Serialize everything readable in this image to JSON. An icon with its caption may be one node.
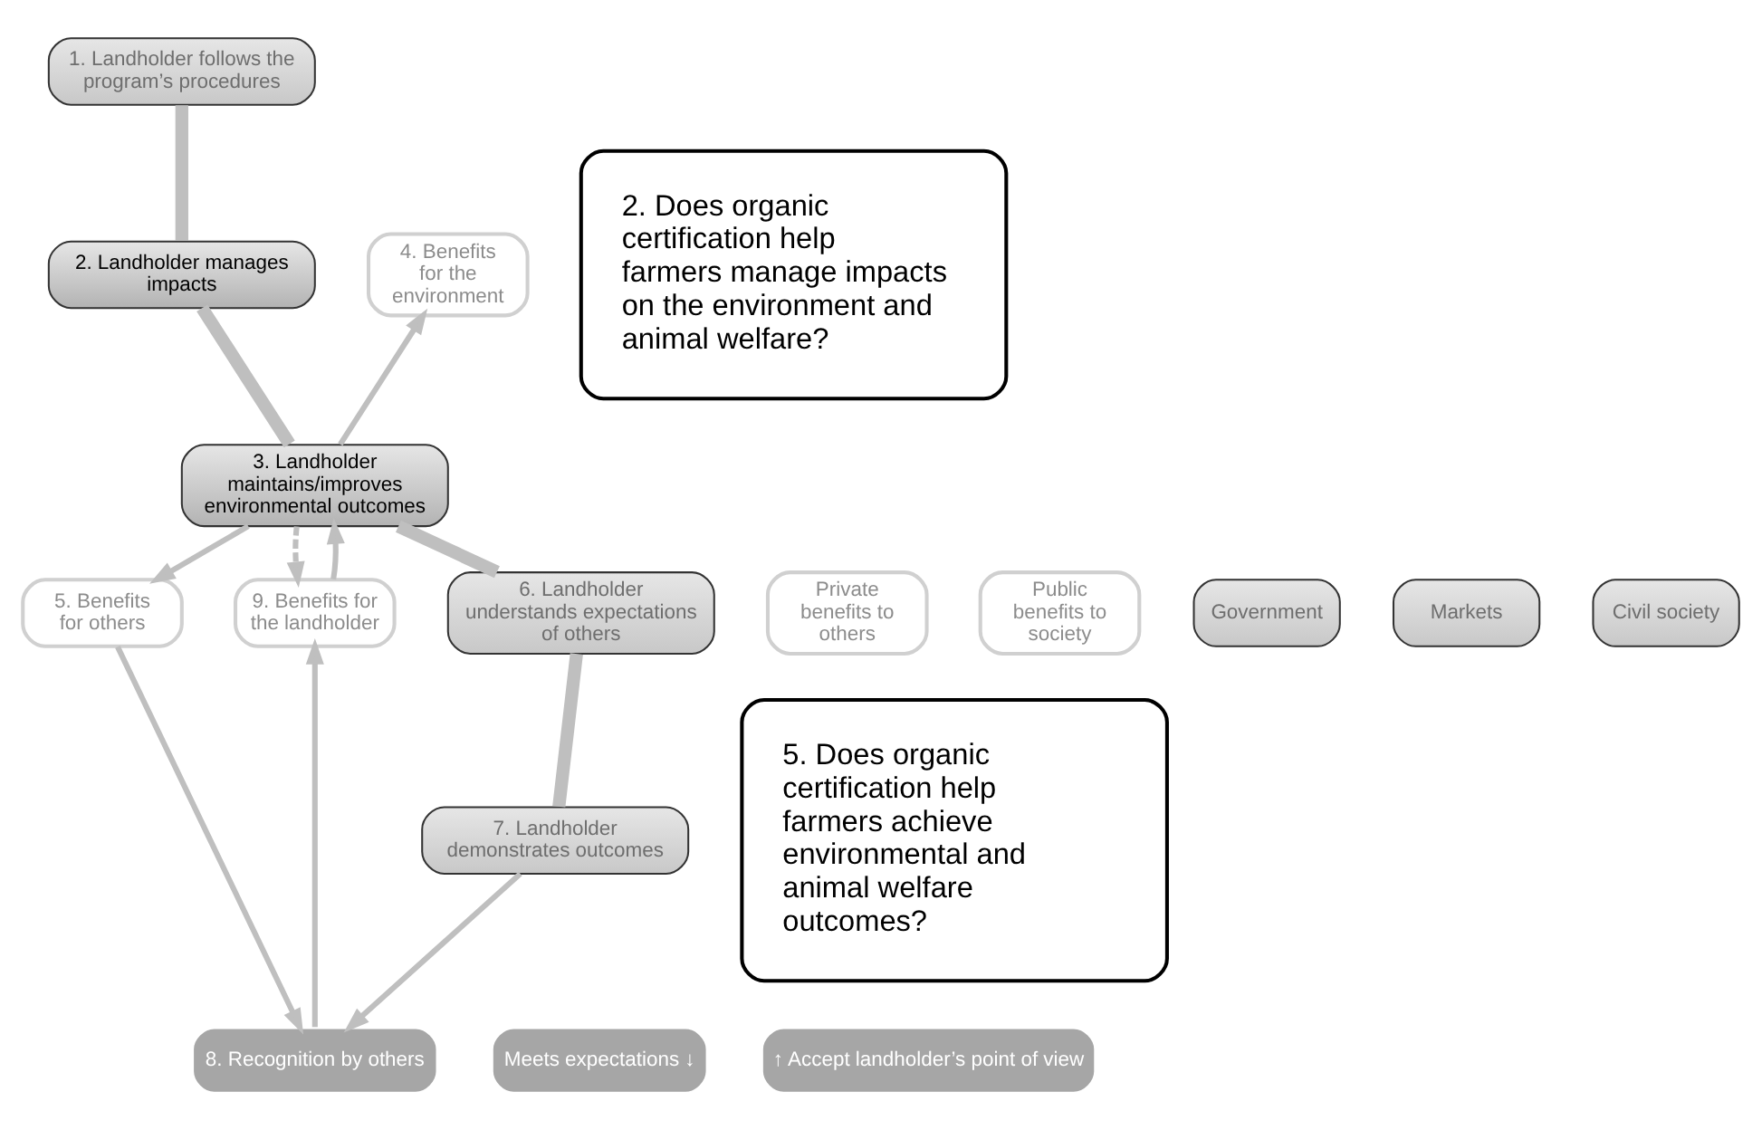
{
  "diagram": {
    "nodes": [
      {
        "text": [
          "1. Landholder follows the program’s procedures"
        ]
      },
      {
        "text": [
          "2. Landholder manages impacts"
        ]
      },
      {
        "text": [
          "3. Landholder maintains/improves environmental outcomes"
        ]
      },
      {
        "text": [
          "4. Benefits for the environment"
        ]
      },
      {
        "text": [
          "Private benefits to others"
        ]
      },
      {
        "text": [
          "5. Benefits for others"
        ]
      },
      {
        "text": [
          "Public benefits to society"
        ]
      },
      {
        "text": [
          "9. Benefits for the landholder"
        ]
      },
      {
        "text": [
          "6. Landholder understands expectations of others"
        ]
      },
      {
        "text": [
          "Government"
        ]
      },
      {
        "text": [
          "Markets"
        ]
      },
      {
        "text": [
          "Civil society"
        ]
      },
      {
        "text": [
          "7. Landholder demonstrates outcomes"
        ]
      },
      {
        "text": [
          "Meets expectations ↓"
        ]
      },
      {
        "text": [
          "8. Recognition by others"
        ]
      },
      {
        "text": [
          "↑ Accept landholder’s point of view"
        ]
      },
      {
        "text": [
          "2.\tDoes organic certification help farmers manage impacts on the environment and animal welfare?"
        ]
      },
      {
        "text": [
          "5.\tDoes organic certification help farmers achieve environmental and animal welfare outcomes?"
        ]
      }
    ],
    "edges": [
      {
        "from": 0,
        "to": 1,
        "arrow": "none",
        "style": "thick"
      },
      {
        "from": 1,
        "to": 2,
        "arrow": "none",
        "style": "thick"
      },
      {
        "from": 2,
        "to": 8,
        "arrow": "none",
        "style": "thick"
      },
      {
        "from": 8,
        "to": 12,
        "arrow": "none",
        "style": "thick"
      },
      {
        "from": 2,
        "to": 3,
        "arrow": "to"
      },
      {
        "from": 2,
        "to": 5,
        "arrow": "to"
      },
      {
        "from": 2,
        "to": 7,
        "arrow": "to",
        "style": "dashed"
      },
      {
        "from": 12,
        "to": 14,
        "arrow": "to"
      },
      {
        "from": 5,
        "to": 14,
        "arrow": "to"
      },
      {
        "from": 14,
        "to": 7,
        "arrow": "to"
      },
      {
        "from": 7,
        "to": 2,
        "arrow": "to"
      }
    ]
  }
}
